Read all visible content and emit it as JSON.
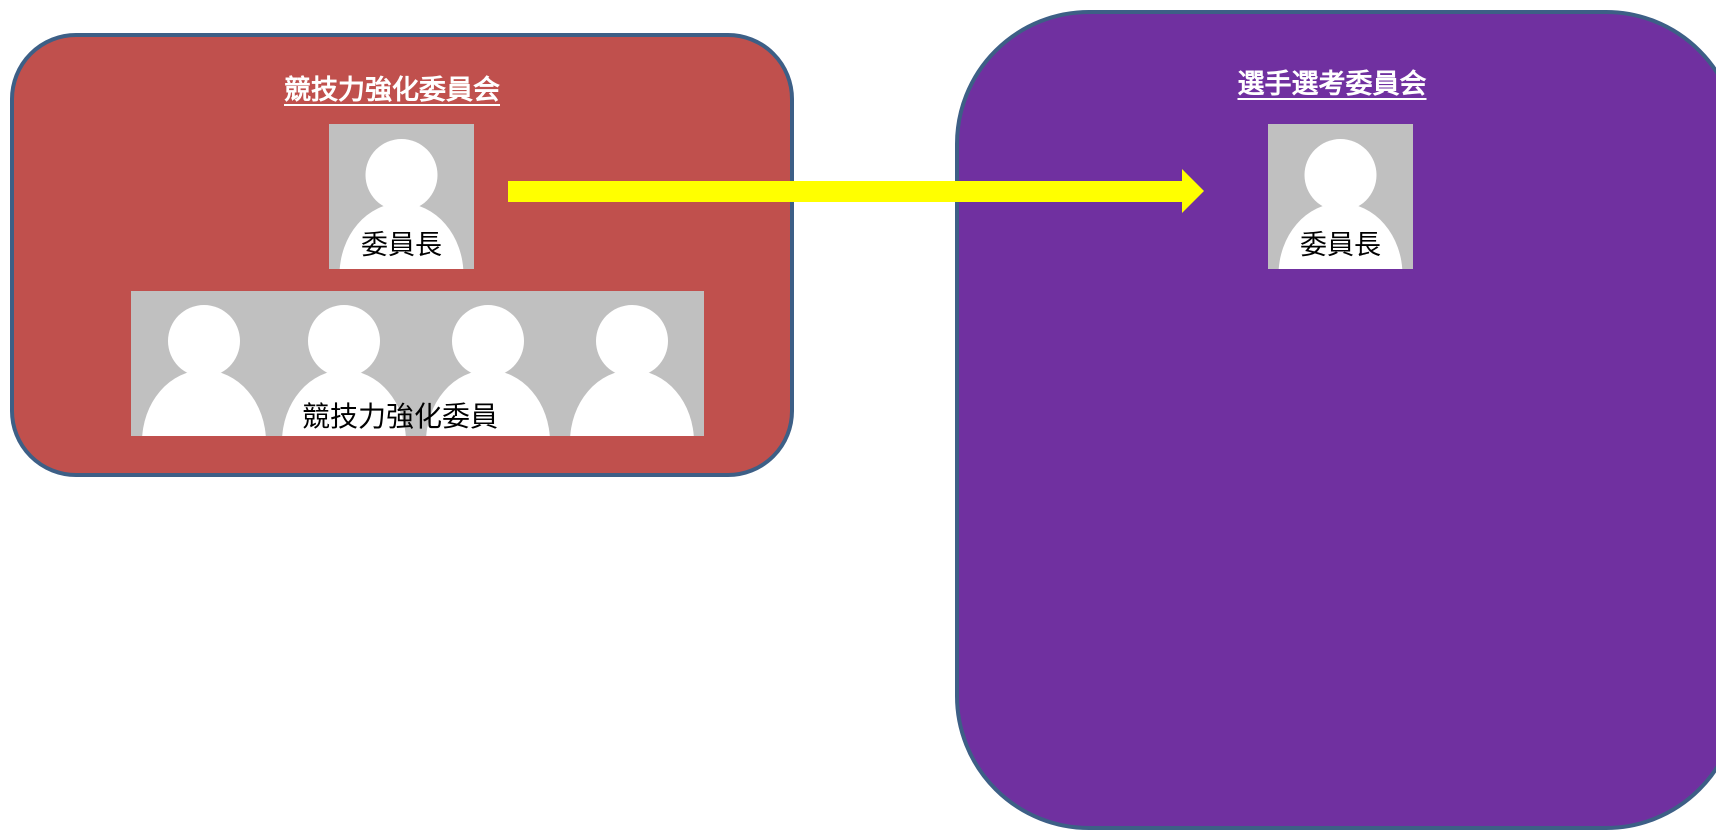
{
  "diagram": {
    "committees": [
      {
        "title": "競技力強化委員会",
        "color": "#c0504d",
        "chair_label": "委員長",
        "members_label": "競技力強化委員",
        "member_count": 4
      },
      {
        "title": "選手選考委員会",
        "color": "#7030a0",
        "chair_label": "委員長"
      }
    ],
    "connector": {
      "from": "競技力強化委員会 委員長",
      "to": "選手選考委員会 委員長",
      "color": "#ffff00"
    },
    "border_color": "#3d5f86",
    "avatar_background": "#c0c0c0",
    "avatar_icon": "person-silhouette-icon"
  }
}
